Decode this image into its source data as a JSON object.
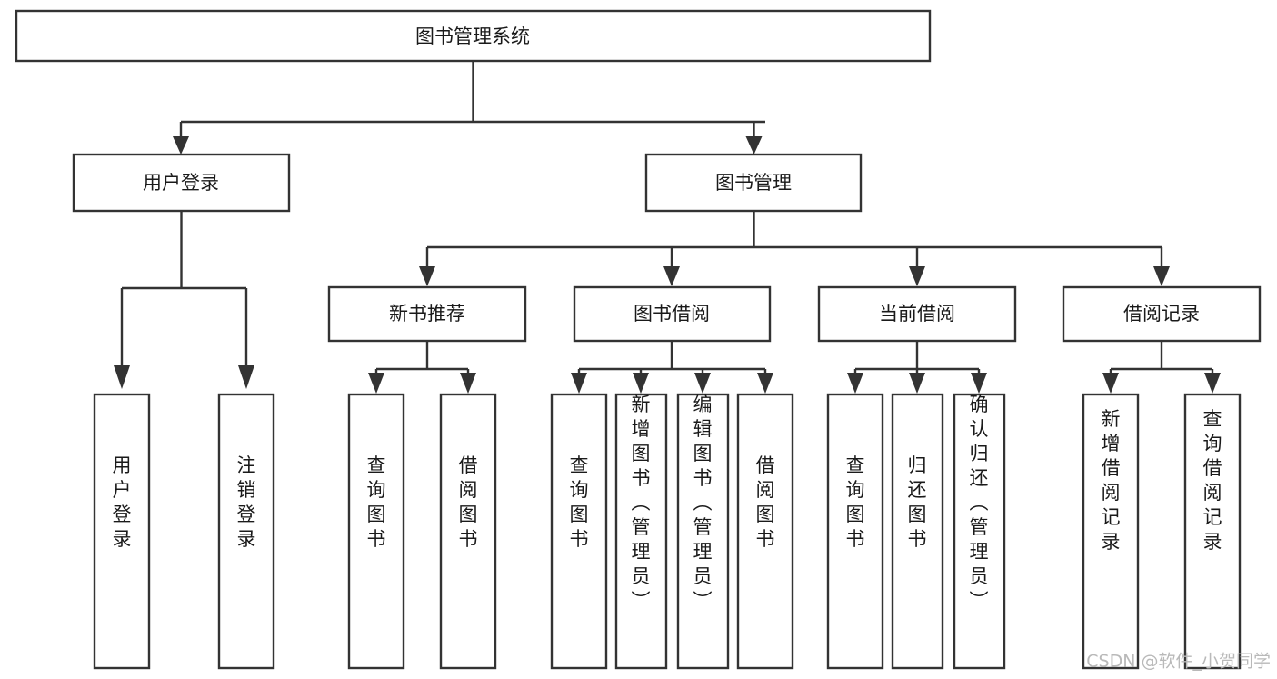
{
  "diagram": {
    "type": "tree",
    "title": "图书管理系统",
    "orientation": "top-down",
    "watermark": "CSDN @软件_小贺同学",
    "colors": {
      "box_stroke": "#333333",
      "box_fill": "#ffffff",
      "connector": "#333333",
      "text": "#1a1a1a",
      "watermark": "#b9b9b9",
      "background": "#ffffff"
    },
    "levels": 4,
    "root": {
      "id": "root",
      "label": "图书管理系统",
      "orientation": "horizontal"
    },
    "level2": [
      {
        "id": "user-login",
        "label": "用户登录",
        "orientation": "horizontal"
      },
      {
        "id": "book-management",
        "label": "图书管理",
        "orientation": "horizontal"
      }
    ],
    "level3": [
      {
        "id": "new-book-recommend",
        "label": "新书推荐",
        "orientation": "horizontal",
        "parent": "book-management"
      },
      {
        "id": "book-borrow",
        "label": "图书借阅",
        "orientation": "horizontal",
        "parent": "book-management"
      },
      {
        "id": "current-borrow",
        "label": "当前借阅",
        "orientation": "horizontal",
        "parent": "book-management"
      },
      {
        "id": "borrow-record",
        "label": "借阅记录",
        "orientation": "horizontal",
        "parent": "book-management"
      }
    ],
    "leaves": [
      {
        "id": "leaf-user-login",
        "label": "用户登录",
        "orientation": "vertical",
        "parent": "user-login"
      },
      {
        "id": "leaf-user-logout",
        "label": "注销登录",
        "orientation": "vertical",
        "parent": "user-login"
      },
      {
        "id": "leaf-query-book-1",
        "label": "查询图书",
        "orientation": "vertical",
        "parent": "new-book-recommend"
      },
      {
        "id": "leaf-borrow-book-1",
        "label": "借阅图书",
        "orientation": "vertical",
        "parent": "new-book-recommend"
      },
      {
        "id": "leaf-query-book-2",
        "label": "查询图书",
        "orientation": "vertical",
        "parent": "book-borrow"
      },
      {
        "id": "leaf-add-book",
        "label": "新增图书（管理员）",
        "orientation": "vertical",
        "parent": "book-borrow"
      },
      {
        "id": "leaf-edit-book",
        "label": "编辑图书（管理员）",
        "orientation": "vertical",
        "parent": "book-borrow"
      },
      {
        "id": "leaf-borrow-book-2",
        "label": "借阅图书",
        "orientation": "vertical",
        "parent": "book-borrow"
      },
      {
        "id": "leaf-query-book-3",
        "label": "查询图书",
        "orientation": "vertical",
        "parent": "current-borrow"
      },
      {
        "id": "leaf-return-book",
        "label": "归还图书",
        "orientation": "vertical",
        "parent": "current-borrow"
      },
      {
        "id": "leaf-confirm-return",
        "label": "确认归还（管理员）",
        "orientation": "vertical",
        "parent": "current-borrow"
      },
      {
        "id": "leaf-add-record",
        "label": "新增借阅记录",
        "orientation": "vertical",
        "parent": "borrow-record"
      },
      {
        "id": "leaf-query-record",
        "label": "查询借阅记录",
        "orientation": "vertical",
        "parent": "borrow-record"
      }
    ]
  }
}
